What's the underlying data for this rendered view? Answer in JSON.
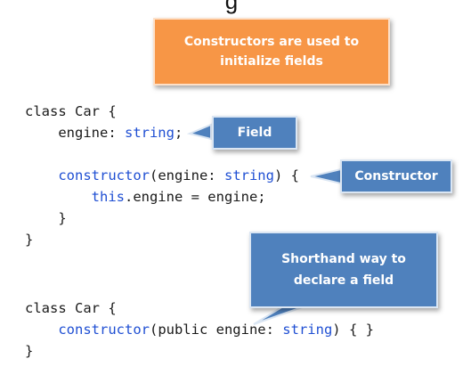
{
  "title_fragment": "g",
  "callouts": {
    "top_note": {
      "line1": "Constructors are used to",
      "line2": "initialize fields"
    },
    "field": "Field",
    "constructor": "Constructor",
    "shorthand": {
      "line1": "Shorthand way to",
      "line2": "declare a field"
    }
  },
  "code_block_1": [
    {
      "parts": [
        {
          "t": "class Car {",
          "c": "plain"
        }
      ]
    },
    {
      "parts": [
        {
          "t": "    engine: ",
          "c": "plain"
        },
        {
          "t": "string",
          "c": "kw"
        },
        {
          "t": ";",
          "c": "plain"
        }
      ]
    },
    {
      "parts": [
        {
          "t": "",
          "c": "plain"
        }
      ]
    },
    {
      "parts": [
        {
          "t": "    ",
          "c": "plain"
        },
        {
          "t": "constructor",
          "c": "kw"
        },
        {
          "t": "(engine: ",
          "c": "plain"
        },
        {
          "t": "string",
          "c": "kw"
        },
        {
          "t": ") {",
          "c": "plain"
        }
      ]
    },
    {
      "parts": [
        {
          "t": "        ",
          "c": "plain"
        },
        {
          "t": "this",
          "c": "kw"
        },
        {
          "t": ".engine = engine;",
          "c": "plain"
        }
      ]
    },
    {
      "parts": [
        {
          "t": "    }",
          "c": "plain"
        }
      ]
    },
    {
      "parts": [
        {
          "t": "}",
          "c": "plain"
        }
      ]
    }
  ],
  "code_block_2": [
    {
      "parts": [
        {
          "t": "class Car {",
          "c": "plain"
        }
      ]
    },
    {
      "parts": [
        {
          "t": "    ",
          "c": "plain"
        },
        {
          "t": "constructor",
          "c": "kw"
        },
        {
          "t": "(public engine: ",
          "c": "plain"
        },
        {
          "t": "string",
          "c": "kw"
        },
        {
          "t": ") { }",
          "c": "plain"
        }
      ]
    },
    {
      "parts": [
        {
          "t": "}",
          "c": "plain"
        }
      ]
    }
  ],
  "colors": {
    "keyword": "#1f4fd3",
    "plain": "#1a1a1a",
    "orange_callout": "#f79646",
    "blue_callout": "#4f81bd"
  }
}
